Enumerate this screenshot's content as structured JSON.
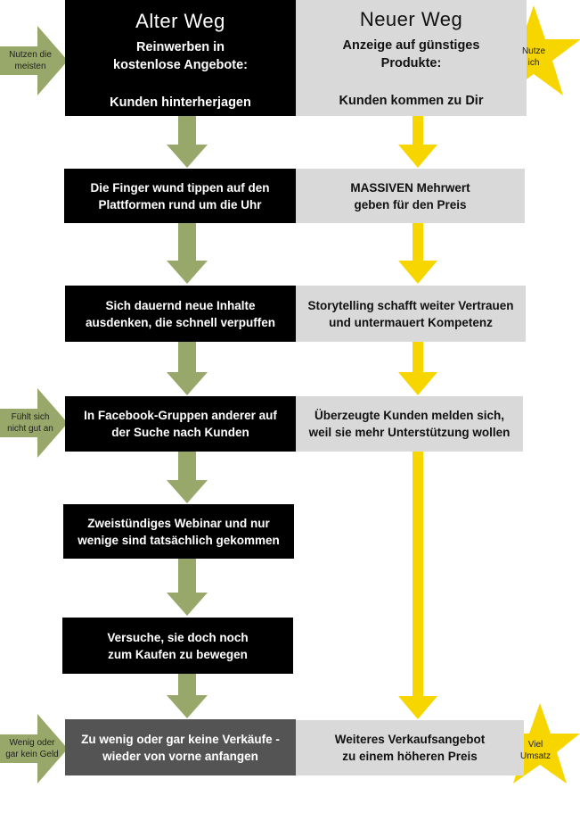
{
  "colors": {
    "old_path_box": "#000000",
    "new_path_box": "#d9d9d9",
    "final_old_box": "#545454",
    "old_arrow": "#98a86a",
    "new_arrow": "#f7d600",
    "star": "#f7d600",
    "side_arrow": "#98a86a"
  },
  "header": {
    "old": {
      "title": "Alter Weg",
      "subtitle_lines": [
        "Reinwerben in",
        "kostenlose Angebote:"
      ],
      "tagline": "Kunden hinterherjagen"
    },
    "new": {
      "title": "Neuer Weg",
      "subtitle_lines": [
        "Anzeige auf günstiges",
        "Produkte:"
      ],
      "tagline": "Kunden kommen zu Dir"
    }
  },
  "old_steps": [
    {
      "lines": [
        "Die Finger wund tippen auf den",
        "Plattformen rund um die Uhr"
      ]
    },
    {
      "lines": [
        "Sich dauernd neue Inhalte",
        "ausdenken, die schnell verpuffen"
      ]
    },
    {
      "lines": [
        "In Facebook-Gruppen anderer auf",
        "der Suche nach Kunden"
      ]
    },
    {
      "lines": [
        "Zweistündiges Webinar und nur",
        "wenige sind tatsächlich gekommen"
      ]
    },
    {
      "lines": [
        "Versuche, sie doch noch",
        "zum Kaufen zu bewegen"
      ]
    },
    {
      "lines": [
        "Zu wenig oder gar keine Verkäufe -",
        "wieder von vorne anfangen"
      ]
    }
  ],
  "new_steps": [
    {
      "lines": [
        "MASSIVEN Mehrwert",
        "geben für den Preis"
      ]
    },
    {
      "lines": [
        "Storytelling schafft weiter Vertrauen",
        "und untermauert Kompetenz"
      ]
    },
    {
      "lines": [
        "Überzeugte Kunden melden sich,",
        "weil sie mehr Unterstützung wollen"
      ]
    },
    {
      "lines": [
        "Weiteres Verkaufsangebot",
        "zu einem höheren Preis"
      ]
    }
  ],
  "side_notes": {
    "most_use": [
      "Nutzen die",
      "meisten"
    ],
    "feels_bad": [
      "Fühlt sich",
      "nicht gut an"
    ],
    "no_money": [
      "Wenig oder",
      "gar kein Geld"
    ]
  },
  "stars": {
    "top": [
      "Nutze",
      "ich"
    ],
    "bottom": [
      "Viel",
      "Umsatz"
    ]
  }
}
